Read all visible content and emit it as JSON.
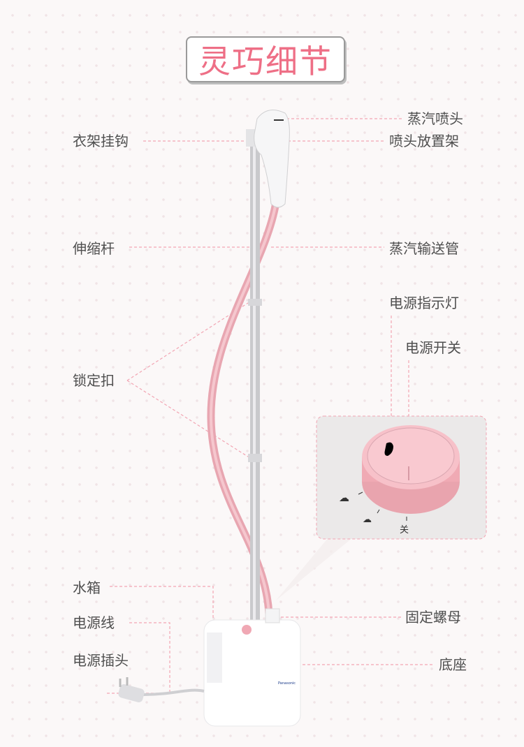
{
  "title": "灵巧细节",
  "labels_left": {
    "hanger_hook": "衣架挂钩",
    "telescopic_pole": "伸缩杆",
    "lock_clip": "锁定扣",
    "water_tank": "水箱",
    "power_cord": "电源线",
    "power_plug": "电源插头"
  },
  "labels_right": {
    "steam_head": "蒸汽喷头",
    "head_holder": "喷头放置架",
    "steam_hose": "蒸汽输送管",
    "power_indicator": "电源指示灯",
    "power_switch": "电源开关",
    "fixing_nut": "固定螺母",
    "base": "底座"
  },
  "knob": {
    "off_label": "关",
    "icons": [
      "steam-high-icon",
      "steam-low-icon"
    ]
  },
  "brand_logo": "Panasonic",
  "colors": {
    "accent": "#ee6f86",
    "dash": "#f2a5b3",
    "knob": "#f5b9c2",
    "text": "#4f4f4f"
  }
}
